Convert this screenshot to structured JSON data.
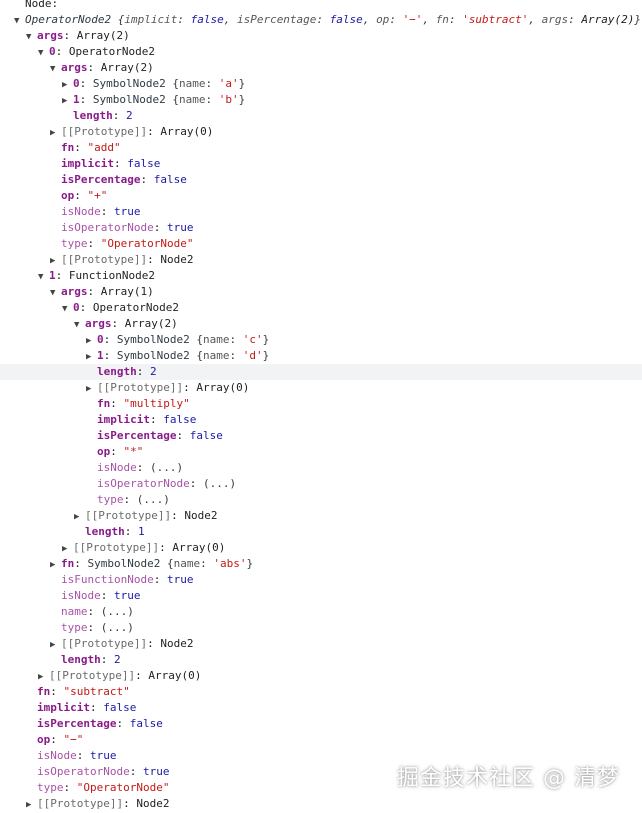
{
  "console": {
    "rows": [
      {
        "i": 0,
        "t": "",
        "k": "Node:",
        "kt": "plain",
        "v": "",
        "vt": "obj",
        "partial": true
      },
      {
        "i": 0,
        "t": "open",
        "k": "",
        "kt": "",
        "v": "OperatorNode2",
        "vt": "cls",
        "italicHeader": true,
        "preview": [
          [
            "implicit",
            "false",
            "b"
          ],
          [
            "isPercentage",
            "false",
            "b"
          ],
          [
            "op",
            "'−'",
            "s"
          ],
          [
            "fn",
            "'subtract'",
            "s"
          ],
          [
            "args",
            "Array(2)",
            "o"
          ]
        ]
      },
      {
        "i": 1,
        "t": "open",
        "k": "args",
        "kt": "own",
        "v": "Array(2)",
        "vt": "obj"
      },
      {
        "i": 2,
        "t": "open",
        "k": "0",
        "kt": "own",
        "v": "OperatorNode2",
        "vt": "obj"
      },
      {
        "i": 3,
        "t": "open",
        "k": "args",
        "kt": "own",
        "v": "Array(2)",
        "vt": "obj"
      },
      {
        "i": 4,
        "t": "closed",
        "k": "0",
        "kt": "own",
        "v": "SymbolNode2",
        "vt": "cls",
        "preview": [
          [
            "name",
            "'a'",
            "s"
          ]
        ]
      },
      {
        "i": 4,
        "t": "closed",
        "k": "1",
        "kt": "own",
        "v": "SymbolNode2",
        "vt": "cls",
        "preview": [
          [
            "name",
            "'b'",
            "s"
          ]
        ]
      },
      {
        "i": 4,
        "t": "",
        "k": "length",
        "kt": "own",
        "v": "2",
        "vt": "num"
      },
      {
        "i": 3,
        "t": "closed",
        "k": "[[Prototype]]",
        "kt": "proto",
        "v": "Array(0)",
        "vt": "obj"
      },
      {
        "i": 3,
        "t": "",
        "k": "fn",
        "kt": "own",
        "v": "\"add\"",
        "vt": "str"
      },
      {
        "i": 3,
        "t": "",
        "k": "implicit",
        "kt": "own",
        "v": "false",
        "vt": "bool"
      },
      {
        "i": 3,
        "t": "",
        "k": "isPercentage",
        "kt": "own",
        "v": "false",
        "vt": "bool"
      },
      {
        "i": 3,
        "t": "",
        "k": "op",
        "kt": "own",
        "v": "\"+\"",
        "vt": "str"
      },
      {
        "i": 3,
        "t": "",
        "k": "isNode",
        "kt": "inh",
        "v": "true",
        "vt": "bool"
      },
      {
        "i": 3,
        "t": "",
        "k": "isOperatorNode",
        "kt": "inh",
        "v": "true",
        "vt": "bool"
      },
      {
        "i": 3,
        "t": "",
        "k": "type",
        "kt": "inh",
        "v": "\"OperatorNode\"",
        "vt": "str"
      },
      {
        "i": 3,
        "t": "closed",
        "k": "[[Prototype]]",
        "kt": "proto",
        "v": "Node2",
        "vt": "obj"
      },
      {
        "i": 2,
        "t": "open",
        "k": "1",
        "kt": "own",
        "v": "FunctionNode2",
        "vt": "obj"
      },
      {
        "i": 3,
        "t": "open",
        "k": "args",
        "kt": "own",
        "v": "Array(1)",
        "vt": "obj"
      },
      {
        "i": 4,
        "t": "open",
        "k": "0",
        "kt": "own",
        "v": "OperatorNode2",
        "vt": "obj"
      },
      {
        "i": 5,
        "t": "open",
        "k": "args",
        "kt": "own",
        "v": "Array(2)",
        "vt": "obj"
      },
      {
        "i": 6,
        "t": "closed",
        "k": "0",
        "kt": "own",
        "v": "SymbolNode2",
        "vt": "cls",
        "preview": [
          [
            "name",
            "'c'",
            "s"
          ]
        ]
      },
      {
        "i": 6,
        "t": "closed",
        "k": "1",
        "kt": "own",
        "v": "SymbolNode2",
        "vt": "cls",
        "preview": [
          [
            "name",
            "'d'",
            "s"
          ]
        ]
      },
      {
        "i": 6,
        "t": "",
        "k": "length",
        "kt": "own",
        "v": "2",
        "vt": "num",
        "hl": true
      },
      {
        "i": 6,
        "t": "closed",
        "k": "[[Prototype]]",
        "kt": "proto",
        "v": "Array(0)",
        "vt": "obj"
      },
      {
        "i": 6,
        "t": "",
        "k": "fn",
        "kt": "own",
        "v": "\"multiply\"",
        "vt": "str"
      },
      {
        "i": 6,
        "t": "",
        "k": "implicit",
        "kt": "own",
        "v": "false",
        "vt": "bool"
      },
      {
        "i": 6,
        "t": "",
        "k": "isPercentage",
        "kt": "own",
        "v": "false",
        "vt": "bool"
      },
      {
        "i": 6,
        "t": "",
        "k": "op",
        "kt": "own",
        "v": "\"*\"",
        "vt": "str"
      },
      {
        "i": 6,
        "t": "",
        "k": "isNode",
        "kt": "inh",
        "v": "(...)",
        "vt": "gray"
      },
      {
        "i": 6,
        "t": "",
        "k": "isOperatorNode",
        "kt": "inh",
        "v": "(...)",
        "vt": "gray"
      },
      {
        "i": 6,
        "t": "",
        "k": "type",
        "kt": "inh",
        "v": "(...)",
        "vt": "gray"
      },
      {
        "i": 5,
        "t": "closed",
        "k": "[[Prototype]]",
        "kt": "proto",
        "v": "Node2",
        "vt": "obj"
      },
      {
        "i": 5,
        "t": "",
        "k": "length",
        "kt": "own",
        "v": "1",
        "vt": "num"
      },
      {
        "i": 4,
        "t": "closed",
        "k": "[[Prototype]]",
        "kt": "proto",
        "v": "Array(0)",
        "vt": "obj"
      },
      {
        "i": 3,
        "t": "closed",
        "k": "fn",
        "kt": "own",
        "v": "SymbolNode2",
        "vt": "cls",
        "preview": [
          [
            "name",
            "'abs'",
            "s"
          ]
        ]
      },
      {
        "i": 3,
        "t": "",
        "k": "isFunctionNode",
        "kt": "inh",
        "v": "true",
        "vt": "bool"
      },
      {
        "i": 3,
        "t": "",
        "k": "isNode",
        "kt": "inh",
        "v": "true",
        "vt": "bool"
      },
      {
        "i": 3,
        "t": "",
        "k": "name",
        "kt": "inh",
        "v": "(...)",
        "vt": "gray"
      },
      {
        "i": 3,
        "t": "",
        "k": "type",
        "kt": "inh",
        "v": "(...)",
        "vt": "gray"
      },
      {
        "i": 3,
        "t": "closed",
        "k": "[[Prototype]]",
        "kt": "proto",
        "v": "Node2",
        "vt": "obj"
      },
      {
        "i": 3,
        "t": "",
        "k": "length",
        "kt": "own",
        "v": "2",
        "vt": "num"
      },
      {
        "i": 2,
        "t": "closed",
        "k": "[[Prototype]]",
        "kt": "proto",
        "v": "Array(0)",
        "vt": "obj"
      },
      {
        "i": 1,
        "t": "",
        "k": "fn",
        "kt": "own",
        "v": "\"subtract\"",
        "vt": "str"
      },
      {
        "i": 1,
        "t": "",
        "k": "implicit",
        "kt": "own",
        "v": "false",
        "vt": "bool"
      },
      {
        "i": 1,
        "t": "",
        "k": "isPercentage",
        "kt": "own",
        "v": "false",
        "vt": "bool"
      },
      {
        "i": 1,
        "t": "",
        "k": "op",
        "kt": "own",
        "v": "\"−\"",
        "vt": "str"
      },
      {
        "i": 1,
        "t": "",
        "k": "isNode",
        "kt": "inh",
        "v": "true",
        "vt": "bool"
      },
      {
        "i": 1,
        "t": "",
        "k": "isOperatorNode",
        "kt": "inh",
        "v": "true",
        "vt": "bool"
      },
      {
        "i": 1,
        "t": "",
        "k": "type",
        "kt": "inh",
        "v": "\"OperatorNode\"",
        "vt": "str"
      },
      {
        "i": 1,
        "t": "closed",
        "k": "[[Prototype]]",
        "kt": "proto",
        "v": "Node2",
        "vt": "obj"
      }
    ]
  },
  "watermark": "掘金技术社区 @ 清梦"
}
